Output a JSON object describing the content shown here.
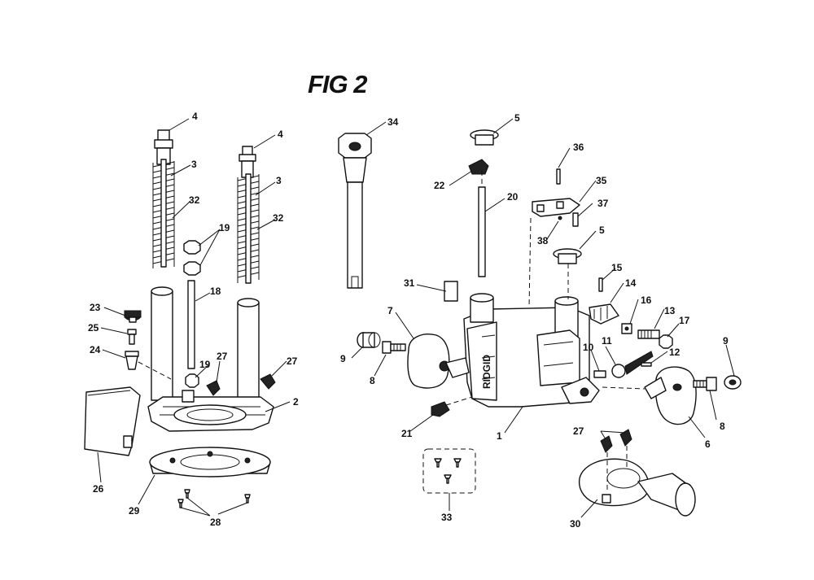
{
  "figure": {
    "title": "FIG 2"
  },
  "callouts": {
    "c1": "1",
    "c2": "2",
    "c3a": "3",
    "c3b": "3",
    "c4a": "4",
    "c4b": "4",
    "c5a": "5",
    "c5b": "5",
    "c6": "6",
    "c7": "7",
    "c8a": "8",
    "c8b": "8",
    "c9a": "9",
    "c9b": "9",
    "c10": "10",
    "c11": "11",
    "c12": "12",
    "c13": "13",
    "c14": "14",
    "c15": "15",
    "c16": "16",
    "c17": "17",
    "c18": "18",
    "c19a": "19",
    "c19b": "19",
    "c20": "20",
    "c21": "21",
    "c22": "22",
    "c23": "23",
    "c24": "24",
    "c25": "25",
    "c26": "26",
    "c27a": "27",
    "c27b": "27",
    "c27c": "27",
    "c28": "28",
    "c29": "29",
    "c30": "30",
    "c31": "31",
    "c32a": "32",
    "c32b": "32",
    "c33": "33",
    "c34": "34",
    "c35": "35",
    "c36": "36",
    "c37": "37",
    "c38": "38"
  },
  "brand_label": "RIDGID"
}
